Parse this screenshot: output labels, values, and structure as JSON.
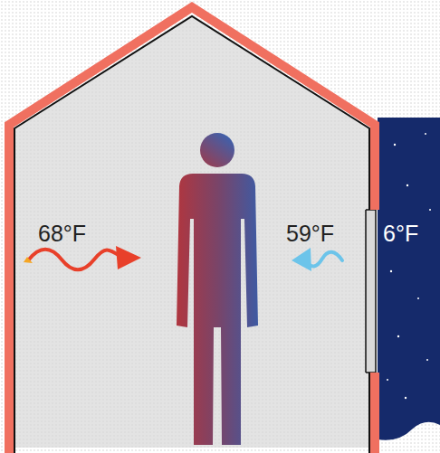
{
  "diagram": {
    "labels": [
      "68°F",
      "59°F",
      "6°F"
    ]
  }
}
